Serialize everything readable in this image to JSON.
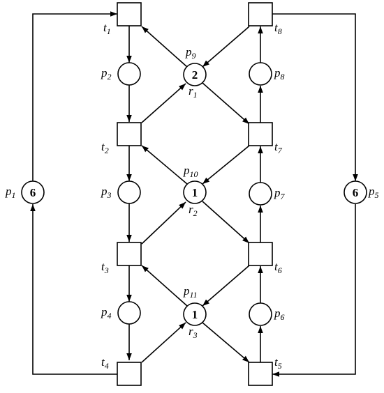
{
  "places": {
    "p1": {
      "label": "p",
      "sub": "1",
      "tokens": "6"
    },
    "p2": {
      "label": "p",
      "sub": "2",
      "tokens": ""
    },
    "p3": {
      "label": "p",
      "sub": "3",
      "tokens": ""
    },
    "p4": {
      "label": "p",
      "sub": "4",
      "tokens": ""
    },
    "p5": {
      "label": "p",
      "sub": "5",
      "tokens": "6"
    },
    "p6": {
      "label": "p",
      "sub": "6",
      "tokens": ""
    },
    "p7": {
      "label": "p",
      "sub": "7",
      "tokens": ""
    },
    "p8": {
      "label": "p",
      "sub": "8",
      "tokens": ""
    },
    "p9": {
      "label": "p",
      "sub": "9",
      "tokens": "2",
      "resource_label": "r",
      "resource_sub": "1"
    },
    "p10": {
      "label": "p",
      "sub": "10",
      "tokens": "1",
      "resource_label": "r",
      "resource_sub": "2"
    },
    "p11": {
      "label": "p",
      "sub": "11",
      "tokens": "1",
      "resource_label": "r",
      "resource_sub": "3"
    }
  },
  "transitions": {
    "t1": {
      "label": "t",
      "sub": "1"
    },
    "t2": {
      "label": "t",
      "sub": "2"
    },
    "t3": {
      "label": "t",
      "sub": "3"
    },
    "t4": {
      "label": "t",
      "sub": "4"
    },
    "t5": {
      "label": "t",
      "sub": "5"
    },
    "t6": {
      "label": "t",
      "sub": "6"
    },
    "t7": {
      "label": "t",
      "sub": "7"
    },
    "t8": {
      "label": "t",
      "sub": "8"
    }
  }
}
